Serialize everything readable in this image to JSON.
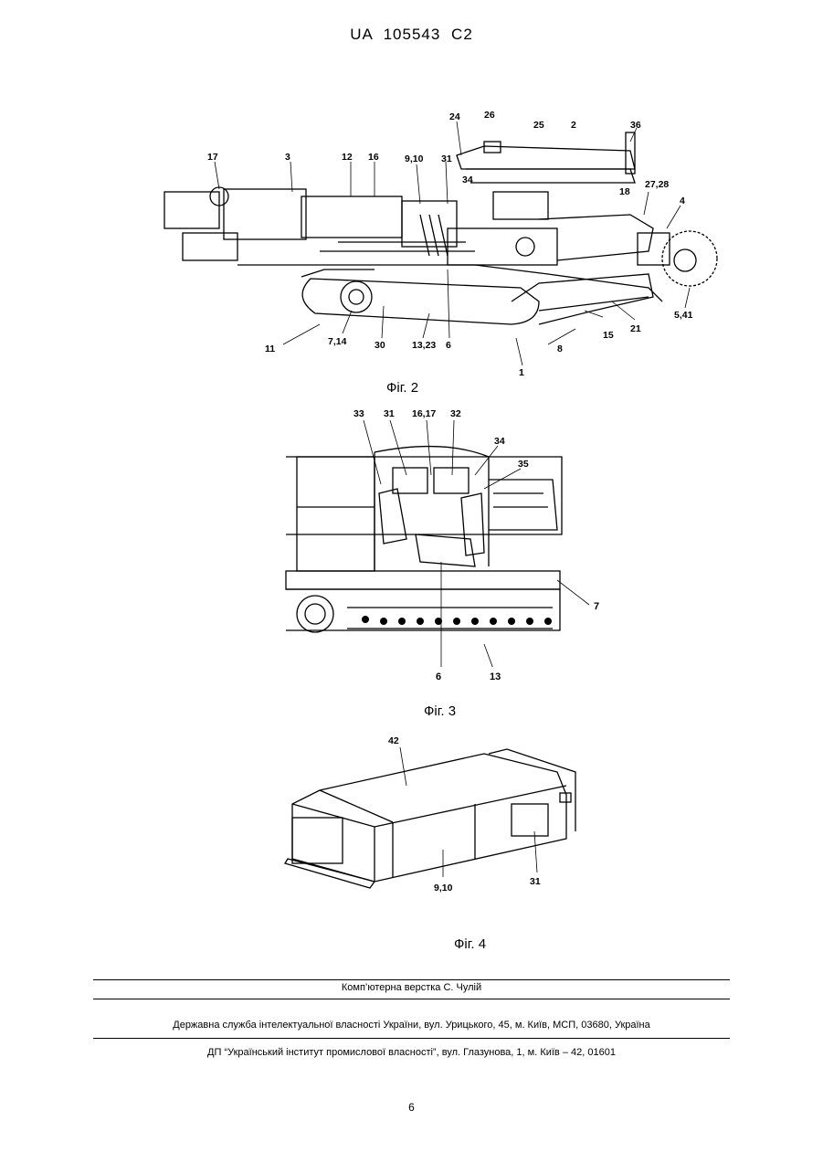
{
  "header": {
    "patent_number": "UA   105543   C2"
  },
  "figures": [
    {
      "caption": "Фіг. 2",
      "labels": [
        "17",
        "3",
        "12",
        "16",
        "9,10",
        "31",
        "24",
        "26",
        "25",
        "2",
        "36",
        "34",
        "18",
        "27,28",
        "4",
        "11",
        "7,14",
        "30",
        "13,23",
        "6",
        "1",
        "8",
        "15",
        "21",
        "5,41"
      ]
    },
    {
      "caption": "Фіг. 3",
      "labels": [
        "33",
        "31",
        "16,17",
        "32",
        "34",
        "35",
        "7",
        "6",
        "13"
      ]
    },
    {
      "caption": "Фіг. 4",
      "labels": [
        "42",
        "9,10",
        "31"
      ]
    }
  ],
  "footer": {
    "layout_credit": "Комп’ютерна верстка С. Чулій",
    "agency_line": "Державна служба інтелектуальної власності України, вул. Урицького, 45, м. Київ, МСП, 03680, Україна",
    "institute_line": "ДП “Український інститут промислової власності”, вул. Глазунова, 1, м. Київ – 42, 01601",
    "page_number": "6"
  }
}
